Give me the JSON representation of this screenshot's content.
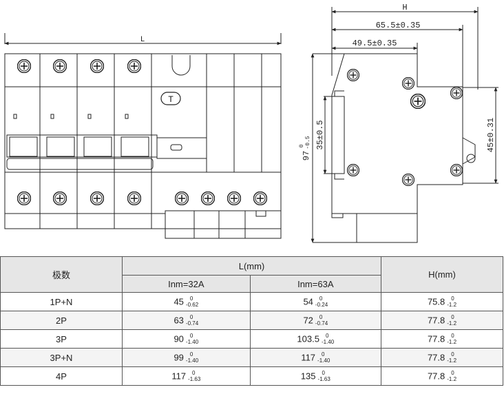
{
  "front_view": {
    "width_label": "L",
    "test_button": "T"
  },
  "side_view": {
    "dim_h": "H",
    "dim_655": "65.5±0.35",
    "dim_495": "49.5±0.35",
    "dim_97": "97",
    "dim_97_tol_upper": "0",
    "dim_97_tol_lower": "-0.5",
    "dim_35": "35±0.5",
    "dim_45": "45±0.31"
  },
  "table": {
    "head": {
      "poles": "极数",
      "length": "L(mm)",
      "inm32": "Inm=32A",
      "inm63": "Inm=63A",
      "height": "H(mm)"
    },
    "rows": [
      {
        "poles": "1P+N",
        "l32": "45",
        "l32_up": "0",
        "l32_low": "-0.62",
        "l63": "54",
        "l63_up": "0",
        "l63_low": "-0.24",
        "h": "75.8",
        "h_up": "0",
        "h_low": "-1.2"
      },
      {
        "poles": "2P",
        "l32": "63",
        "l32_up": "0",
        "l32_low": "-0.74",
        "l63": "72",
        "l63_up": "0",
        "l63_low": "-0.74",
        "h": "77.8",
        "h_up": "0",
        "h_low": "-1.2"
      },
      {
        "poles": "3P",
        "l32": "90",
        "l32_up": "0",
        "l32_low": "-1.40",
        "l63": "103.5",
        "l63_up": "0",
        "l63_low": "-1.40",
        "h": "77.8",
        "h_up": "0",
        "h_low": "-1.2"
      },
      {
        "poles": "3P+N",
        "l32": "99",
        "l32_up": "0",
        "l32_low": "-1.40",
        "l63": "117",
        "l63_up": "0",
        "l63_low": "-1.40",
        "h": "77.8",
        "h_up": "0",
        "h_low": "-1.2"
      },
      {
        "poles": "4P",
        "l32": "117",
        "l32_up": "0",
        "l32_low": "-1.63",
        "l63": "135",
        "l63_up": "0",
        "l63_low": "-1.63",
        "h": "77.8",
        "h_up": "0",
        "h_low": "-1.2"
      }
    ]
  }
}
